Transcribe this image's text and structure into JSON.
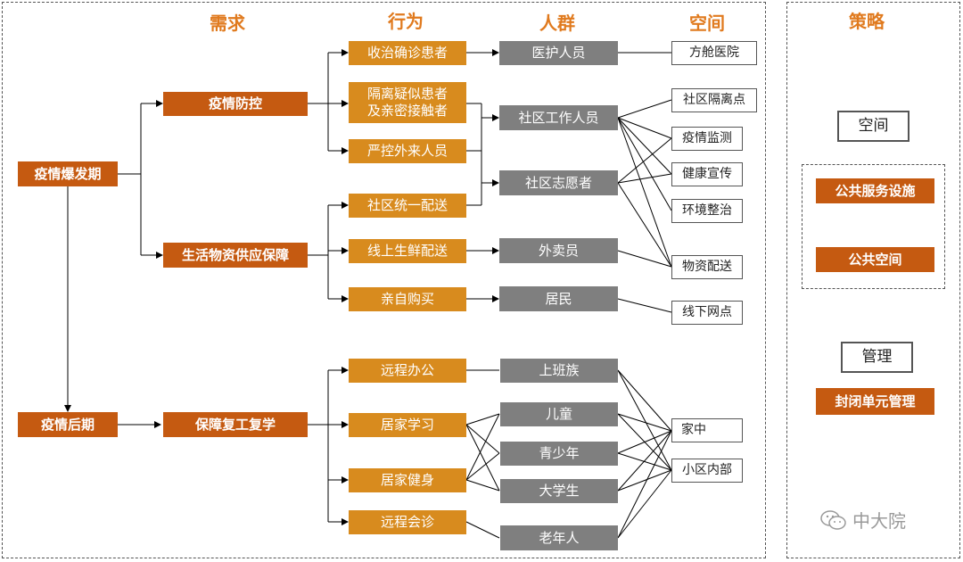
{
  "headers": {
    "need": "需求",
    "behavior": "行为",
    "people": "人群",
    "space": "空间",
    "strategy": "策略"
  },
  "phases": {
    "outbreak": "疫情爆发期",
    "later": "疫情后期"
  },
  "needs": {
    "control": "疫情防控",
    "supply": "生活物资供应保障",
    "resume": "保障复工复学"
  },
  "behaviors": {
    "treat": "收治确诊患者",
    "isolate": [
      "隔离疑似患者",
      "及亲密接触者"
    ],
    "restrict": "严控外来人员",
    "community_delivery": "社区统一配送",
    "online_fresh": "线上生鲜配送",
    "self_buy": "亲自购买",
    "remote_work": "远程办公",
    "home_study": "居家学习",
    "home_fitness": "居家健身",
    "remote_consult": "远程会诊"
  },
  "people": {
    "medical": "医护人员",
    "community_worker": "社区工作人员",
    "volunteer": "社区志愿者",
    "courier": "外卖员",
    "resident": "居民",
    "office_worker": "上班族",
    "children": "儿童",
    "teen": "青少年",
    "college": "大学生",
    "elderly": "老年人"
  },
  "spaces": {
    "fangcang": "方舱医院",
    "isolation_point": "社区隔离点",
    "monitoring": "疫情监测",
    "health_promo": "健康宣传",
    "environment": "环境整治",
    "supplies": "物资配送",
    "offline": "线下网点",
    "home": "家中",
    "compound": "小区内部"
  },
  "strategy": {
    "space": "空间",
    "public_facilities": "公共服务设施",
    "public_space": "公共空间",
    "management": "管理",
    "closed_management": "封闭单元管理"
  },
  "watermark": "中大院"
}
